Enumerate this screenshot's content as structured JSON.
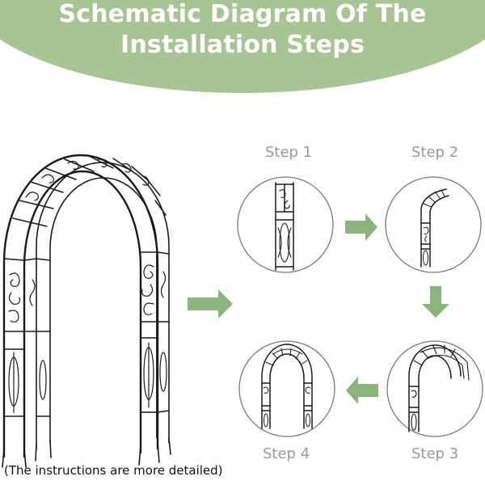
{
  "title": {
    "line1": "Schematic Diagram Of The",
    "line2": "Installation Steps"
  },
  "steps": [
    {
      "label": "Step 1"
    },
    {
      "label": "Step 2"
    },
    {
      "label": "Step 3"
    },
    {
      "label": "Step 4"
    }
  ],
  "footnote": "(The instructions are more detailed)",
  "colors": {
    "banner": "#a7c593",
    "arrow": "#8cb37c",
    "circle_stroke": "#7a7a7a",
    "metal": "#1b1b1b",
    "label": "#9a9a9a"
  },
  "icons": {
    "main": "garden-arch-icon",
    "step1": "side-panel-icon",
    "step2": "arch-half-icon",
    "step3": "arch-top-icon",
    "step4": "assembled-arch-icon",
    "arrow": "arrow-icon"
  }
}
